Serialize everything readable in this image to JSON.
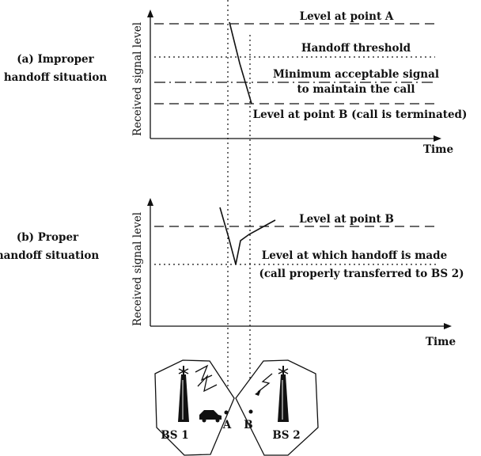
{
  "diagram_a": {
    "caption_line1": "(a) Improper",
    "caption_line2": "handoff situation",
    "y_axis_label": "Received signal level",
    "x_axis_label": "Time",
    "label_level_a": "Level at point A",
    "label_threshold": "Handoff threshold",
    "label_min_line1": "Minimum acceptable signal",
    "label_min_line2": "to maintain the call",
    "label_level_b": "Level at point B (call is terminated)"
  },
  "diagram_b": {
    "caption_line1": "(b) Proper",
    "caption_line2": "handoff situation",
    "y_axis_label": "Received signal level",
    "x_axis_label": "Time",
    "label_level_b": "Level at point B",
    "label_handoff_line1": "Level at which handoff is made",
    "label_handoff_line2": "(call properly transferred to BS 2)"
  },
  "cells": {
    "bs1_label": "BS 1",
    "bs2_label": "BS 2",
    "point_a_label": "A",
    "point_b_label": "B"
  }
}
